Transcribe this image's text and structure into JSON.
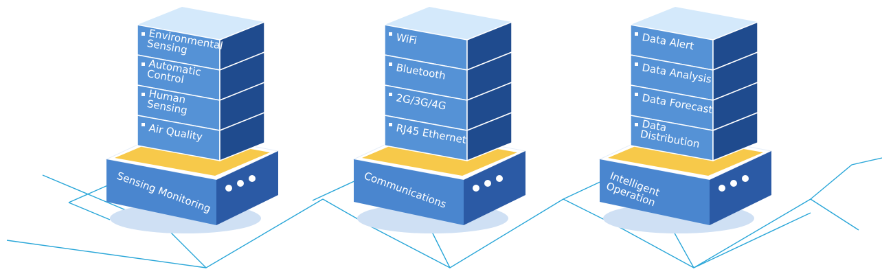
{
  "towers": [
    {
      "base_label": [
        "Sensing Monitoring"
      ],
      "slabs": [
        [
          "Environmental",
          "Sensing"
        ],
        [
          "Automatic",
          "Control"
        ],
        [
          "Human",
          "Sensing"
        ],
        [
          "Air Quality"
        ]
      ]
    },
    {
      "base_label": [
        "Communications"
      ],
      "slabs": [
        [
          "WiFi"
        ],
        [
          "Bluetooth"
        ],
        [
          "2G/3G/4G"
        ],
        [
          "RJ45 Ethernet"
        ]
      ]
    },
    {
      "base_label": [
        "Intelligent",
        "Operation"
      ],
      "slabs": [
        [
          "Data Alert"
        ],
        [
          "Data Analysis"
        ],
        [
          "Data Forecast"
        ],
        [
          "Data",
          "Distribution"
        ]
      ]
    }
  ],
  "colors": {
    "network_line": "#29a6d8",
    "slab_front": "#5592d6",
    "slab_side": "#1f4b8e",
    "slab_top": "#d4e9fb",
    "base_front": "#4a86cf",
    "base_side": "#2b5aa5",
    "base_top": "#ffffff",
    "base_pad": "#f7c94a",
    "shadow": "#cfe0f4"
  }
}
